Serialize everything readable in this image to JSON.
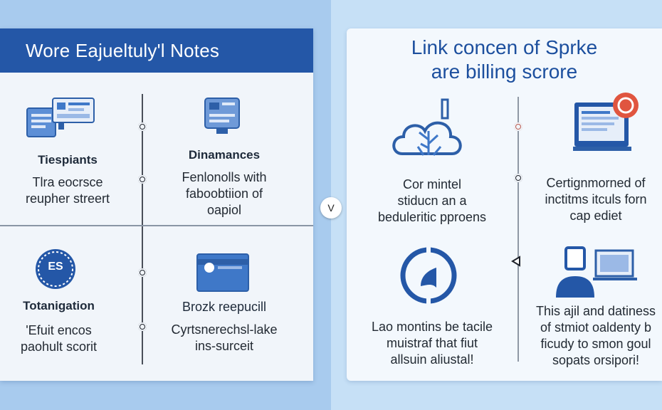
{
  "left_panel": {
    "title": "Wore Eajueltuly'l Notes",
    "cells": [
      {
        "label": "Tiespiants",
        "desc": [
          "Tlra eocrsce",
          "reupher streert"
        ]
      },
      {
        "label": "Dinamances",
        "desc": [
          "Fenlonolls with",
          "faboobtiion of",
          "oapiol"
        ]
      },
      {
        "label": "Totanigation",
        "badge": "ES",
        "desc": [
          "'Efuit encos",
          "paohult scorit"
        ]
      },
      {
        "label": "Brozk reepucill",
        "desc": [
          "Cyrtsnerechsl-lake",
          "ins-surceit"
        ]
      }
    ]
  },
  "center_badge": "V",
  "right_panel": {
    "title_lines": [
      "Link concen of Sprke",
      "are billing scrore"
    ],
    "cells": [
      {
        "desc": [
          "Cor mintel",
          "stiducn an a",
          "beduleritic pproens"
        ]
      },
      {
        "desc": [
          "Certignmorned of",
          "inctitms itculs forn",
          "cap ediet"
        ]
      },
      {
        "desc": [
          "Lao montins be tacile",
          "muistraf that fiut",
          "allsuin aliustal!"
        ]
      },
      {
        "desc": [
          "This ajil and datiness",
          "of stmiot oaldenty b",
          "ficudy to smon goul",
          "sopats orsipori!"
        ]
      }
    ]
  },
  "colors": {
    "header_blue": "#2457a7",
    "title_blue": "#1c4f9e",
    "icon_blue": "#3f78c8",
    "accent_red": "#e0553f"
  }
}
